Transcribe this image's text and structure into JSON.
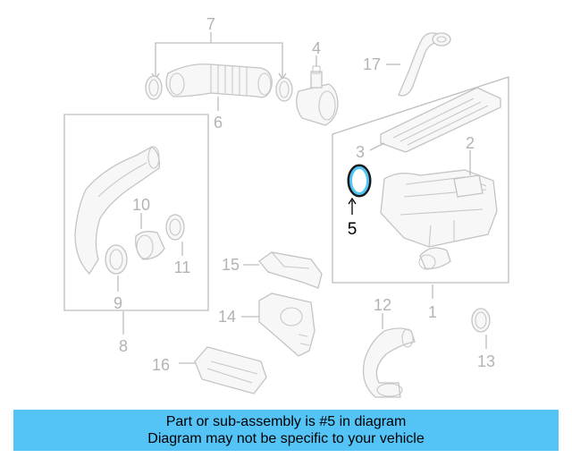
{
  "labels": {
    "p1": "1",
    "p2": "2",
    "p3": "3",
    "p4": "4",
    "p5": "5",
    "p6": "6",
    "p7": "7",
    "p8": "8",
    "p9": "9",
    "p10": "10",
    "p11": "11",
    "p12": "12",
    "p13": "13",
    "p14": "14",
    "p15": "15",
    "p16": "16",
    "p17": "17"
  },
  "highlight": {
    "part": "5",
    "color": "#54c3f6"
  },
  "banner": {
    "line1": "Part or sub-assembly is #5 in diagram",
    "line2": "Diagram may not be specific to your vehicle",
    "color": "#54c3f6"
  }
}
